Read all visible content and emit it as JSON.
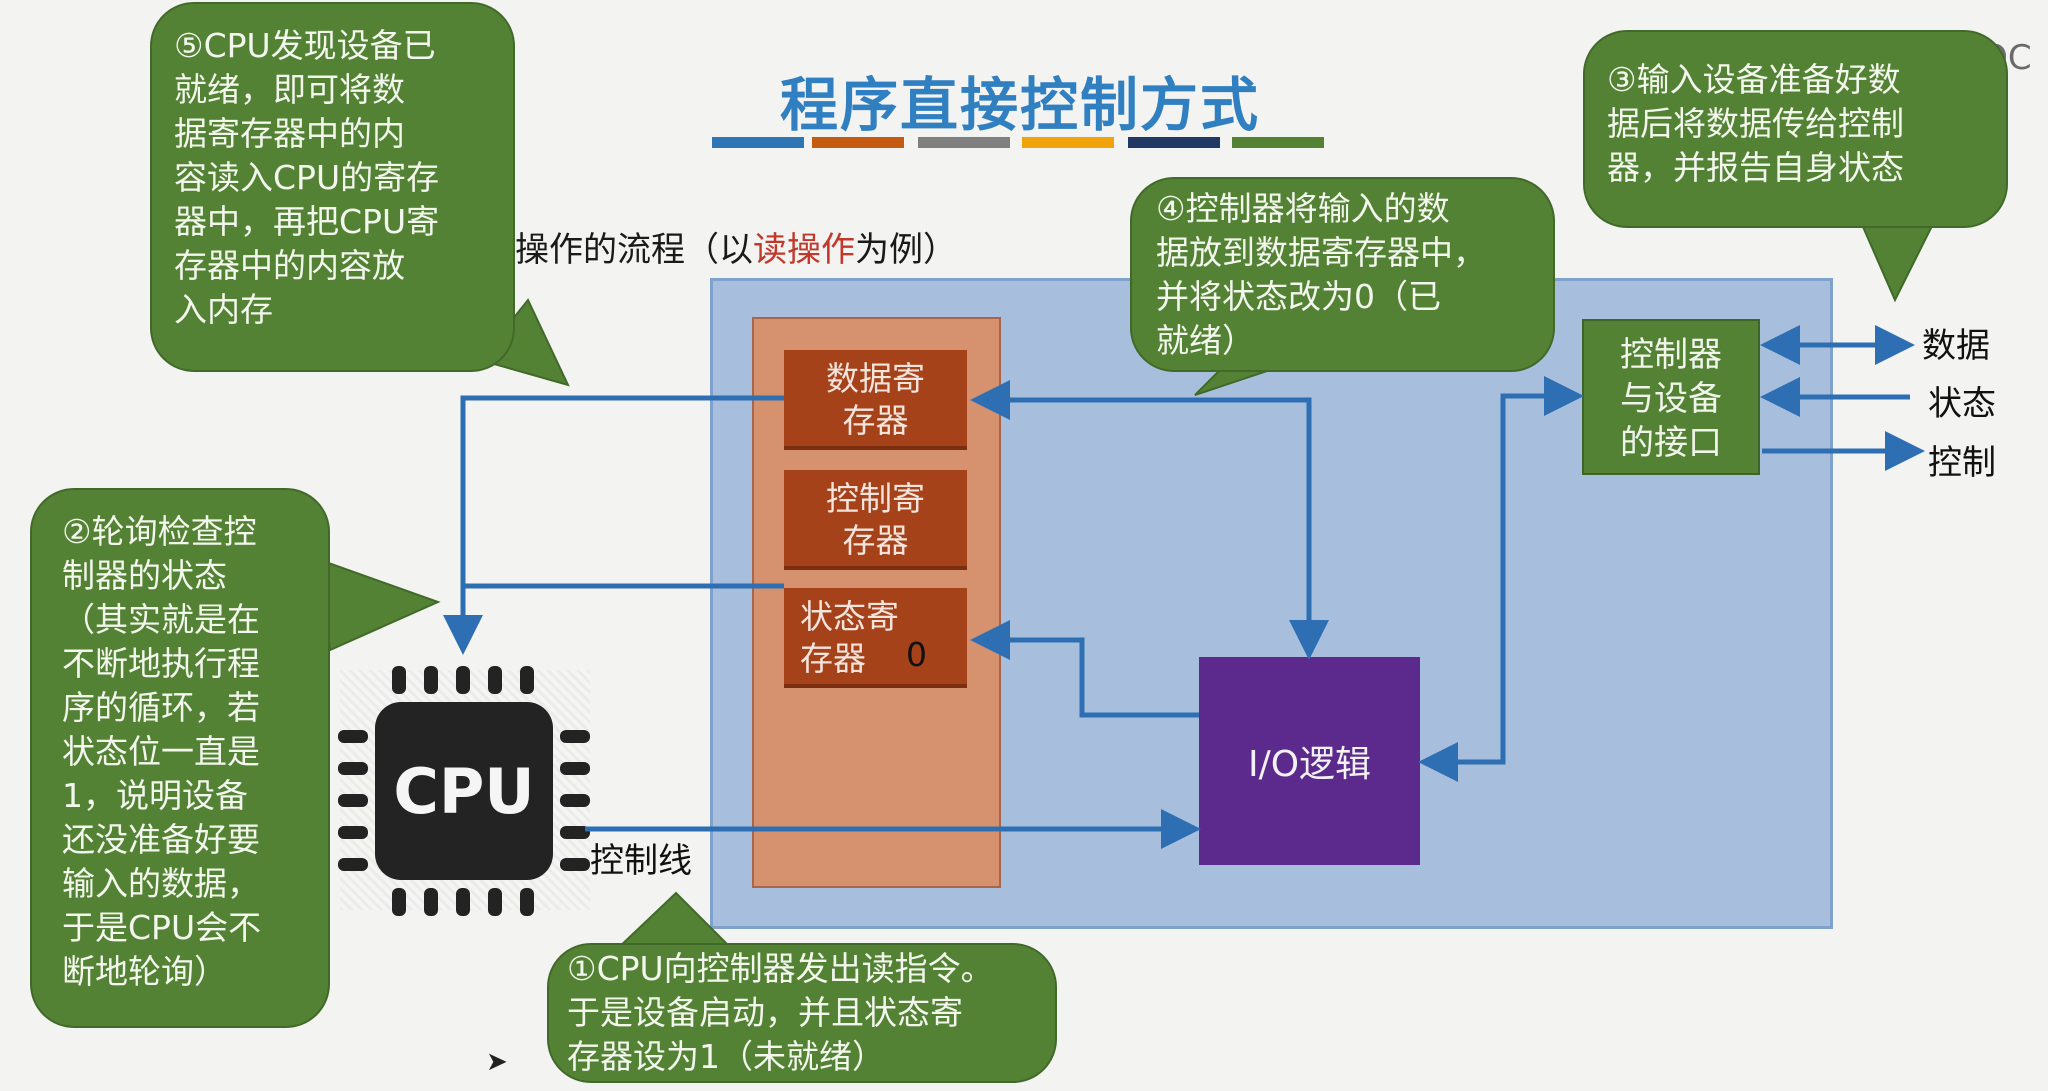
{
  "title": "程序直接控制方式",
  "title_bar_colors": [
    "#2e75b6",
    "#c55a11",
    "#7f7f7f",
    "#f0a30a",
    "#203864",
    "#548235"
  ],
  "watermark": "中国大学MOOC",
  "subtitle": {
    "prefix": "操作的流程（以",
    "highlight": "读操作",
    "suffix": "为例）"
  },
  "registers": {
    "data_reg": "数据寄\n存器",
    "ctrl_reg": "控制寄\n存器",
    "status_reg": "状态寄\n存器",
    "status_value": "0"
  },
  "io_logic": "I/O逻辑",
  "interface": "控制器\n与设备\n的接口",
  "interface_signals": {
    "data": "数据",
    "status": "状态",
    "control": "控制"
  },
  "control_line_label": "控制线",
  "cpu_label": "CPU",
  "callouts": {
    "step1": [
      "①CPU向控制器发出读指令。",
      "于是设备启动，并且状态寄",
      "存器设为1（未就绪）"
    ],
    "step2": [
      "②轮询检查控",
      "制器的状态",
      "（其实就是在",
      "不断地执行程",
      "序的循环，若",
      "状态位一直是",
      "1，说明设备",
      "还没准备好要",
      "输入的数据，",
      "于是CPU会不",
      "断地轮询）"
    ],
    "step3": [
      "③输入设备准备好数",
      "据后将数据传给控制",
      "器，并报告自身状态"
    ],
    "step4": [
      "④控制器将输入的数",
      "据放到数据寄存器中，",
      "并将状态改为0（已",
      "就绪）"
    ],
    "step5": [
      "⑤CPU发现设备已",
      "就绪，即可将数",
      "据寄存器中的内",
      "容读入CPU的寄存",
      "器中，再把CPU寄",
      "存器中的内容放",
      "入内存"
    ]
  },
  "colors": {
    "panel": "#a7bfdd",
    "register_column": "#d6916f",
    "register": "#a5421a",
    "io_logic": "#5b2a8c",
    "callout_green": "#548235",
    "arrow_blue": "#2e6fb3",
    "title_blue": "#2f7fc1"
  }
}
